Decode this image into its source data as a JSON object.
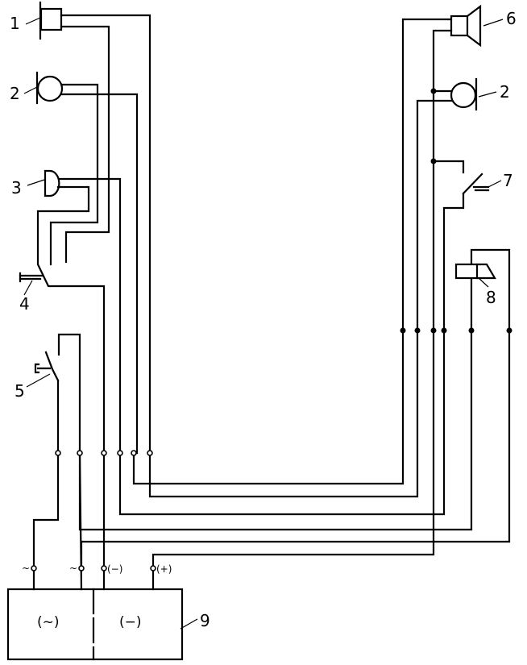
{
  "labels": {
    "c1": "1",
    "c2_left": "2",
    "c3": "3",
    "c4": "4",
    "c5": "5",
    "c6": "6",
    "c2_right": "2",
    "c7": "7",
    "c8": "8",
    "c9": "9"
  },
  "terminals": {
    "ac1": "~",
    "ac2": "~",
    "neg": "(−)",
    "pos": "(+)"
  },
  "unit9": {
    "left_section": "(~)",
    "right_section": "(−)"
  }
}
